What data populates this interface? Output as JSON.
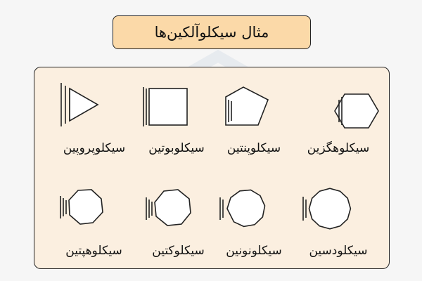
{
  "title": "مثال سیکلوآلکین‌ها",
  "molecules": [
    {
      "name": "سیکلوهگزین",
      "ring_sides": 6
    },
    {
      "name": "سیکلوپنتین",
      "ring_sides": 5
    },
    {
      "name": "سیکلوبوتین",
      "ring_sides": 4
    },
    {
      "name": "سیکلوپروپین",
      "ring_sides": 3
    },
    {
      "name": "سیکلودسین",
      "ring_sides": 10
    },
    {
      "name": "سیکلونونین",
      "ring_sides": 9
    },
    {
      "name": "سیکلوکتین",
      "ring_sides": 8
    },
    {
      "name": "سیکلوهپتین",
      "ring_sides": 7
    }
  ],
  "colors": {
    "title_bg": "#fbd9a8",
    "panel_bg": "#fbefe0",
    "ring_fill": "#ffffff",
    "stroke": "#222222"
  }
}
